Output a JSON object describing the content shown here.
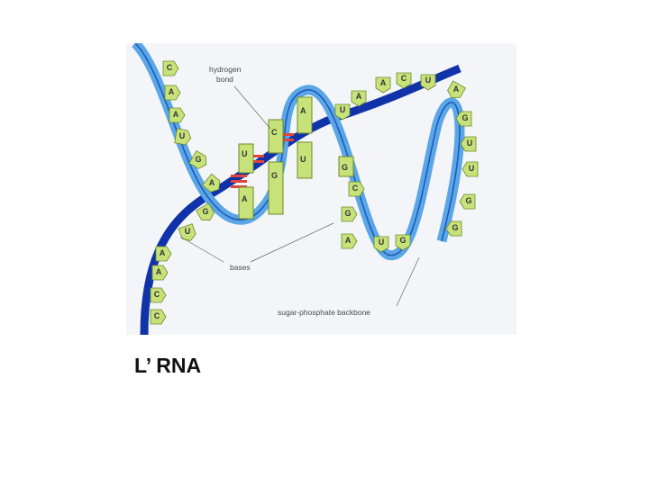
{
  "slide": {
    "caption": "L’ RNA"
  },
  "diagram": {
    "labels": {
      "hydrogen_bond": [
        "hydrogen",
        "bond"
      ],
      "bases": "bases",
      "backbone": "sugar-phosphate backbone"
    },
    "pair_bases": [
      {
        "top": "A",
        "bottom": "U"
      },
      {
        "top": "C",
        "bottom": "G"
      },
      {
        "top": "U",
        "bottom": "A"
      }
    ],
    "extra_base": "G",
    "left_bases": [
      "C",
      "A",
      "A",
      "U",
      "G",
      "A",
      "G",
      "U"
    ],
    "lower_left_bases": [
      "A",
      "A",
      "C",
      "C"
    ],
    "top_bases": [
      "A",
      "C",
      "U",
      "A",
      "A",
      "U"
    ],
    "right_bases": [
      "G",
      "U",
      "U",
      "G",
      "G"
    ],
    "loop_bases": [
      "C",
      "G",
      "A",
      "U",
      "G"
    ],
    "colors": {
      "backbone_dark": "#1133aa",
      "backbone_light": "#5aa6e6",
      "base_fill": "#c8e27a",
      "hbond": "#e0443a"
    }
  }
}
